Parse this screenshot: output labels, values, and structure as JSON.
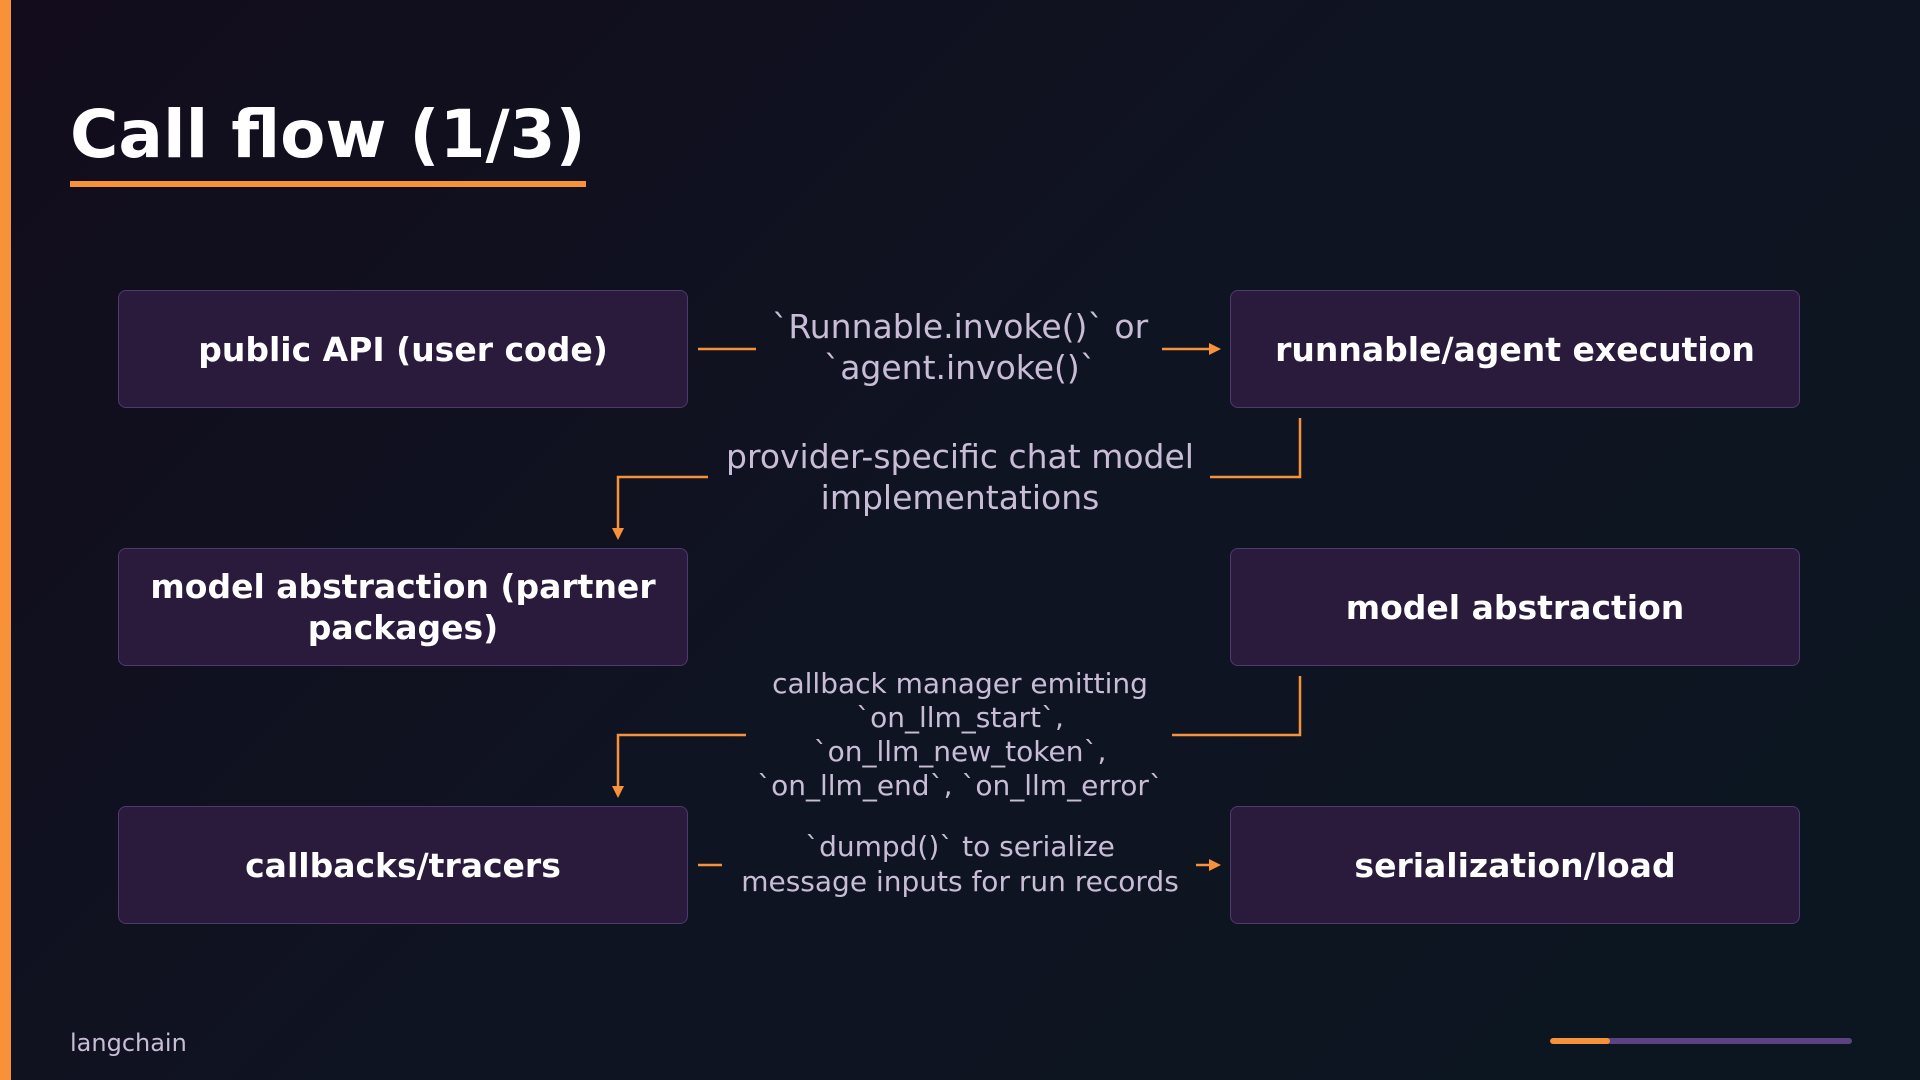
{
  "slide": {
    "title": "Call flow (1/3)",
    "footer": "langchain",
    "progress": 0.2
  },
  "colors": {
    "accent": "#f7923a",
    "node_fill": "#2a1b3d",
    "node_border": "#4e3a6c",
    "label_text": "#c8bcd6",
    "progress_track": "#5a4380"
  },
  "nodes": [
    {
      "id": "n1",
      "label": "public API (user code)"
    },
    {
      "id": "n2",
      "label": "runnable/agent execution"
    },
    {
      "id": "n3",
      "label": "model abstraction (partner packages)"
    },
    {
      "id": "n4",
      "label": "model abstraction"
    },
    {
      "id": "n5",
      "label": "callbacks/tracers"
    },
    {
      "id": "n6",
      "label": "serialization/load"
    }
  ],
  "edges": [
    {
      "from": "n1",
      "to": "n2",
      "label": "`Runnable.invoke()` or `agent.invoke()`"
    },
    {
      "from": "n2",
      "to": "n3",
      "label": "provider-specific chat model implementations"
    },
    {
      "from": "n4",
      "to": "n5",
      "label": "callback manager emitting `on_llm_start`, `on_llm_new_token`, `on_llm_end`, `on_llm_error`"
    },
    {
      "from": "n5",
      "to": "n6",
      "label": "`dumpd()` to serialize message inputs for run records"
    }
  ]
}
